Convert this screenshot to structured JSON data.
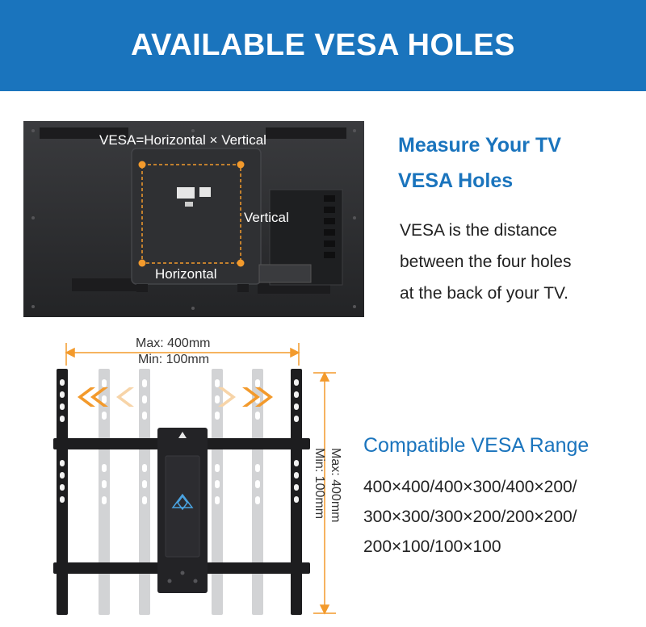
{
  "banner": {
    "title": "AVAILABLE VESA HOLES"
  },
  "tv_diagram": {
    "formula": "VESA=Horizontal × Vertical",
    "vertical_label": "Vertical",
    "horizontal_label": "Horizontal"
  },
  "measure": {
    "heading_line1": "Measure Your TV",
    "heading_line2": "VESA Holes",
    "desc_lines": [
      "VESA is the distance",
      "between the four holes",
      "at the back of your TV."
    ]
  },
  "mount_diagram": {
    "horizontal_max": "Max: 400mm",
    "horizontal_min": "Min: 100mm",
    "vertical_max": "Max: 400mm",
    "vertical_min": "Min: 100mm"
  },
  "compatible": {
    "heading": "Compatible VESA Range",
    "size_lines": [
      "400×400/400×300/400×200/",
      "300×300/300×200/200×200/",
      "200×100/100×100"
    ]
  },
  "colors": {
    "brand_blue": "#1a74bd",
    "accent_orange": "#f39a2c",
    "tv_body": "#2b2c2e",
    "bracket_black": "#1d1d1f",
    "rail_gray": "#cfd0d2"
  }
}
